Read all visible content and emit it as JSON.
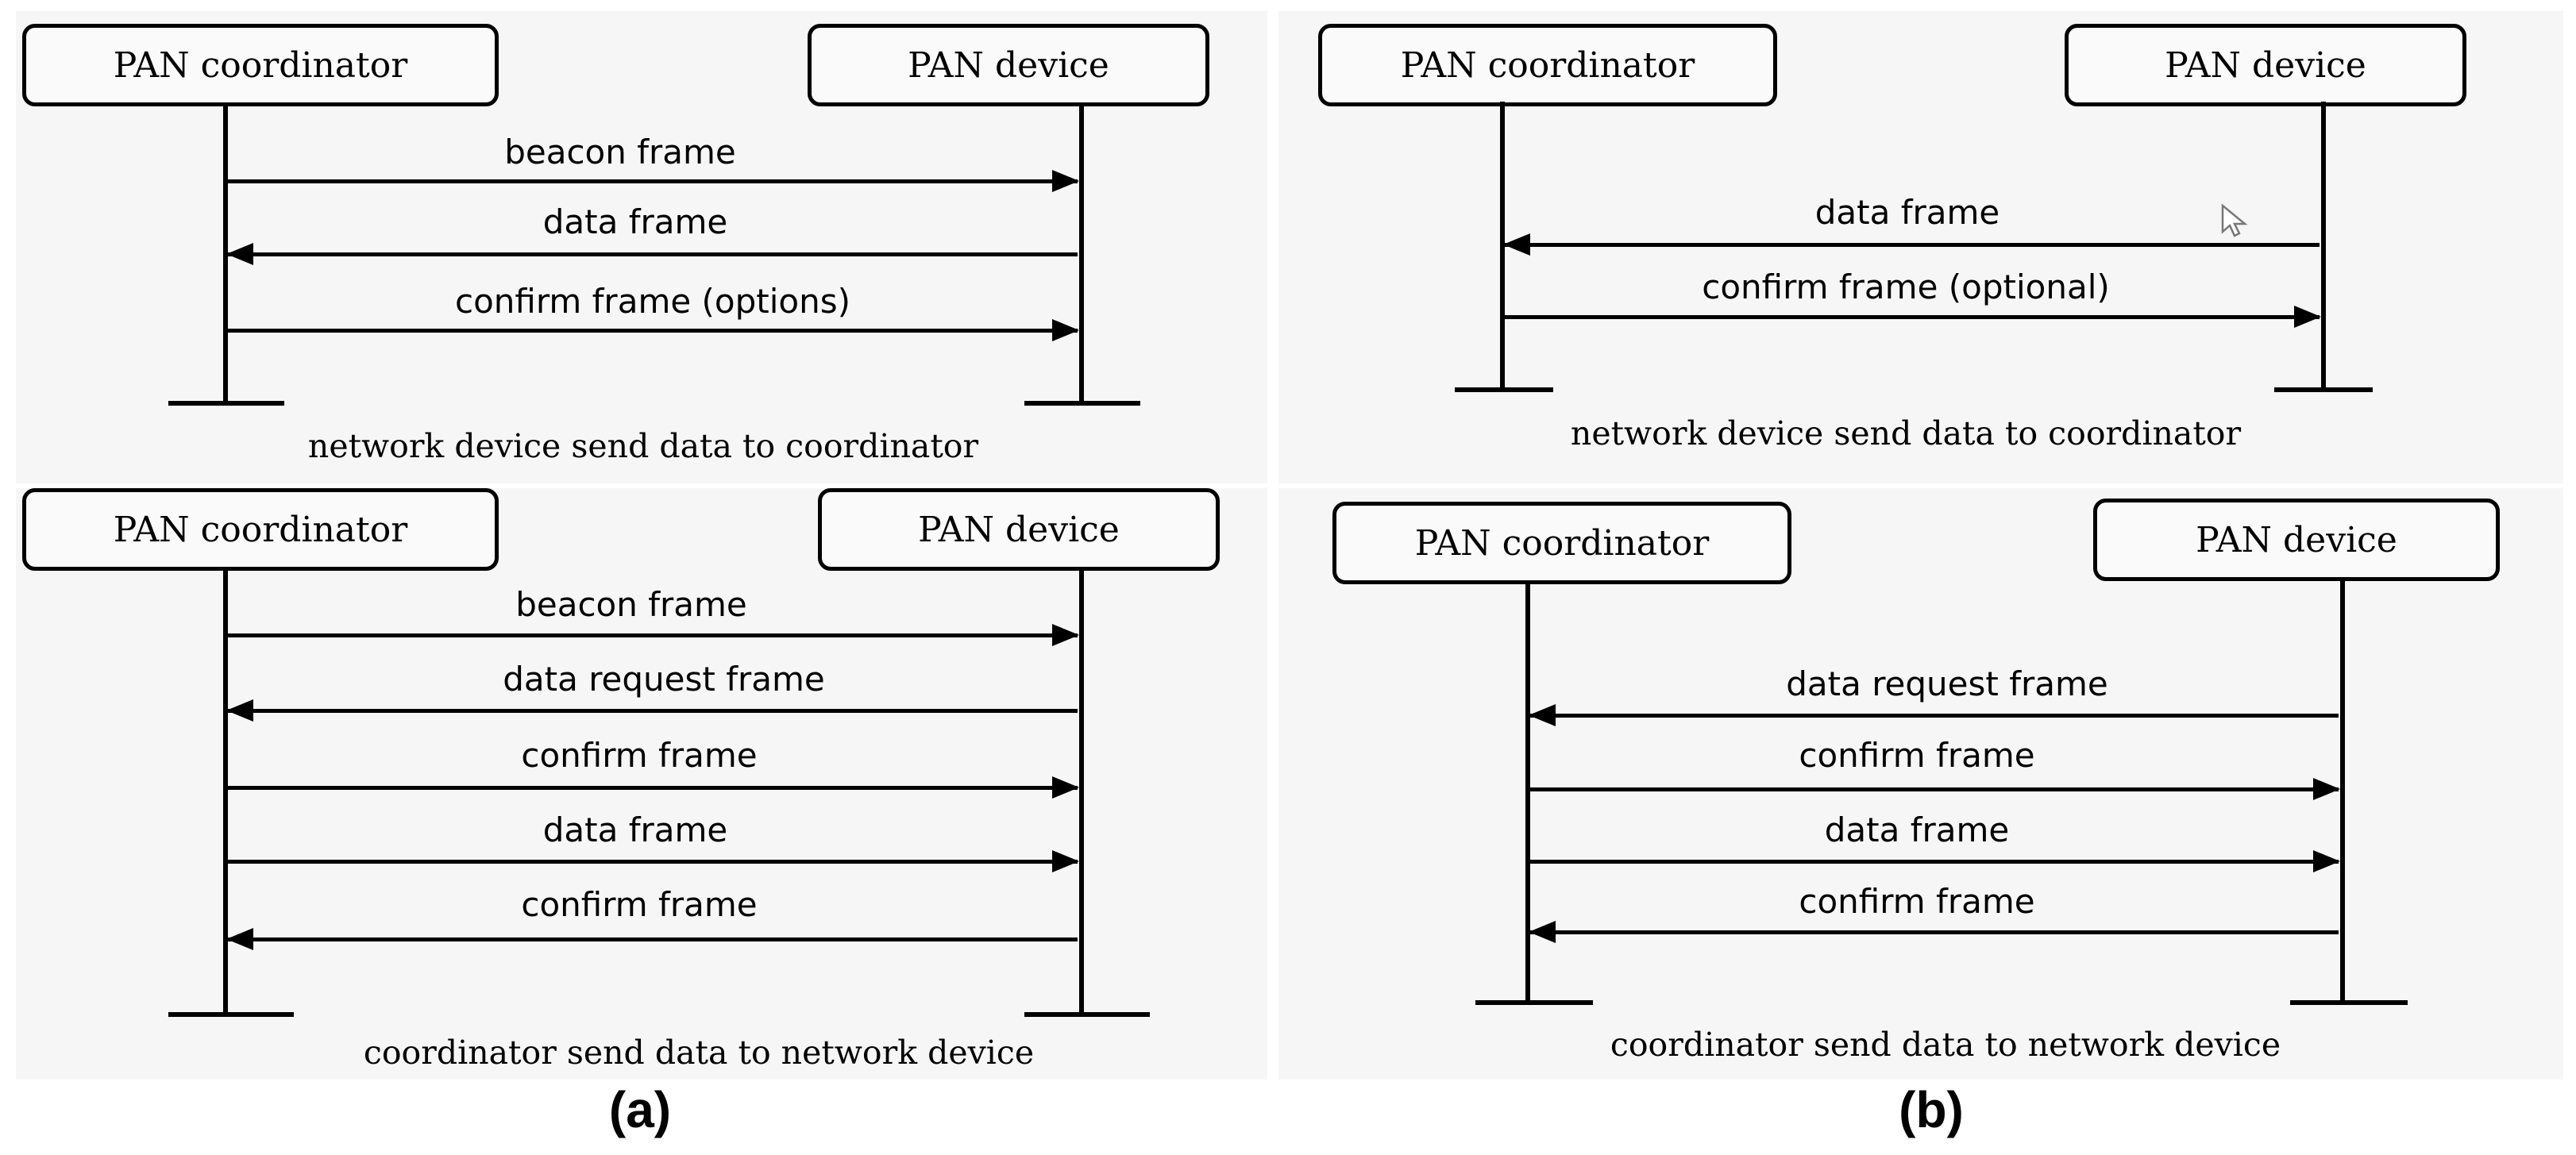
{
  "diagrams": {
    "a_top": {
      "left_label": "PAN coordinator",
      "right_label": "PAN device",
      "messages": [
        {
          "label": "beacon frame",
          "direction": "right"
        },
        {
          "label": "data frame",
          "direction": "left"
        },
        {
          "label": "confirm frame (options)",
          "direction": "right"
        }
      ],
      "caption": "network device send data to coordinator"
    },
    "b_top": {
      "left_label": "PAN coordinator",
      "right_label": "PAN device",
      "messages": [
        {
          "label": "data frame",
          "direction": "left"
        },
        {
          "label": "confirm frame (optional)",
          "direction": "right"
        }
      ],
      "caption": "network device send data to coordinator"
    },
    "a_bottom": {
      "left_label": "PAN coordinator",
      "right_label": "PAN device",
      "messages": [
        {
          "label": "beacon frame",
          "direction": "right"
        },
        {
          "label": "data request frame",
          "direction": "left"
        },
        {
          "label": "confirm frame",
          "direction": "right"
        },
        {
          "label": "data frame",
          "direction": "right"
        },
        {
          "label": "confirm frame",
          "direction": "left"
        }
      ],
      "caption": "coordinator send data to network device"
    },
    "b_bottom": {
      "left_label": "PAN coordinator",
      "right_label": "PAN device",
      "messages": [
        {
          "label": "data request frame",
          "direction": "left"
        },
        {
          "label": "confirm frame",
          "direction": "right"
        },
        {
          "label": "data frame",
          "direction": "right"
        },
        {
          "label": "confirm frame",
          "direction": "left"
        }
      ],
      "caption": "coordinator send data to network device"
    }
  },
  "panel_labels": {
    "a": "(a)",
    "b": "(b)"
  },
  "icons": {
    "cursor": "mouse-pointer-icon"
  }
}
